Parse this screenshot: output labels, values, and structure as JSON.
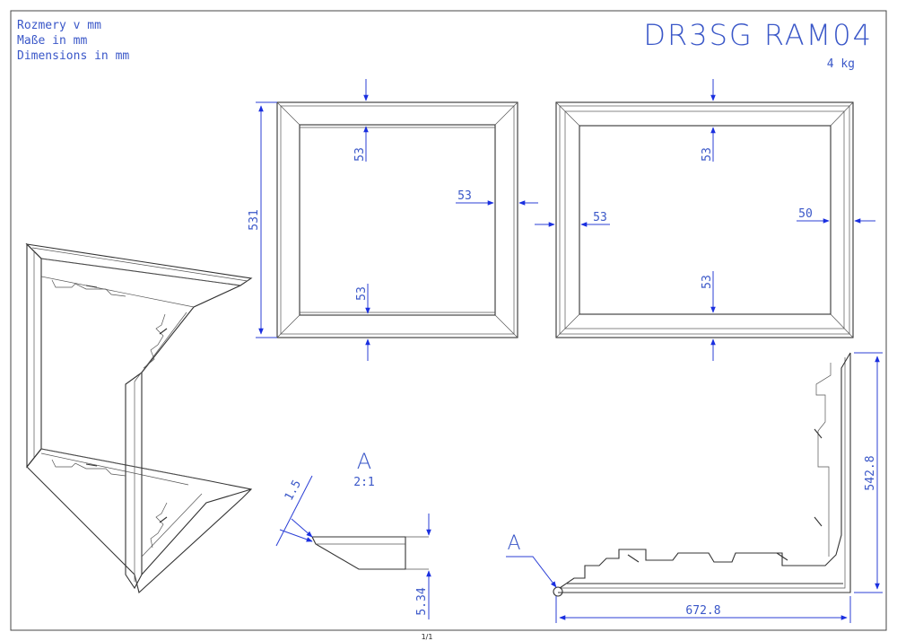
{
  "header": {
    "units_cz": "Rozmery v mm",
    "units_de": "Maße in mm",
    "units_en": "Dimensions in mm",
    "part_code": "DR3SG RAM04",
    "weight": "4 kg"
  },
  "front_view": {
    "height": "531",
    "top_profile": "53",
    "side_profile": "53",
    "bottom_profile": "53"
  },
  "back_view": {
    "top_profile": "53",
    "left_profile": "53",
    "right_profile": "50",
    "bottom_profile": "53"
  },
  "detail": {
    "label": "A",
    "scale": "2:1",
    "chamfer": "1.5",
    "thickness": "5.34"
  },
  "corner_view": {
    "detail_marker": "A",
    "width": "672.8",
    "height": "542.8"
  },
  "footer": {
    "page": "1/1"
  },
  "colors": {
    "dimension": "#2b3fd6",
    "text": "#3a57c8",
    "outline": "#333333"
  }
}
